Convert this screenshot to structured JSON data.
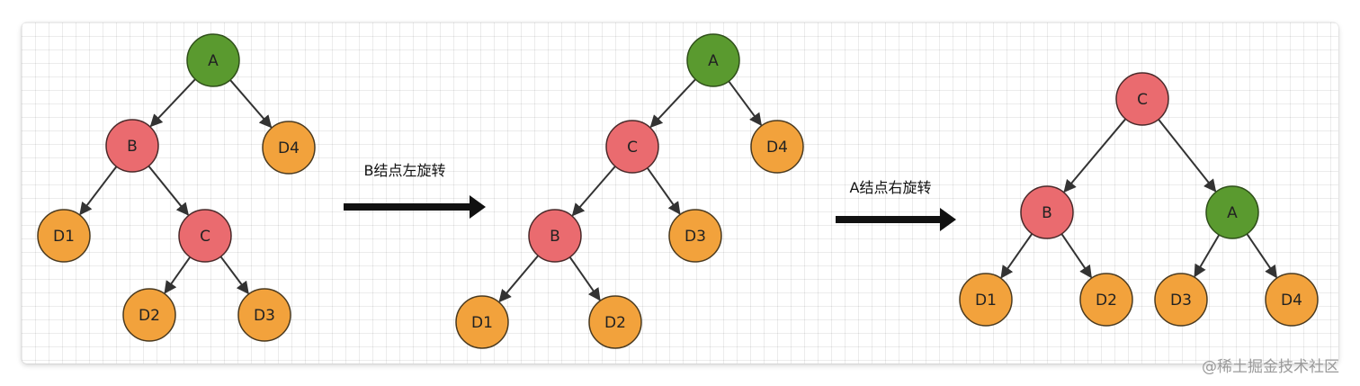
{
  "diagrams": [
    {
      "nodes": [
        {
          "id": "t1-A",
          "label": "A",
          "color": "green"
        },
        {
          "id": "t1-B",
          "label": "B",
          "color": "red"
        },
        {
          "id": "t1-D4",
          "label": "D4",
          "color": "orange"
        },
        {
          "id": "t1-D1",
          "label": "D1",
          "color": "orange"
        },
        {
          "id": "t1-C",
          "label": "C",
          "color": "red"
        },
        {
          "id": "t1-D2",
          "label": "D2",
          "color": "orange"
        },
        {
          "id": "t1-D3",
          "label": "D3",
          "color": "orange"
        }
      ],
      "edges": [
        [
          "t1-A",
          "t1-B"
        ],
        [
          "t1-A",
          "t1-D4"
        ],
        [
          "t1-B",
          "t1-D1"
        ],
        [
          "t1-B",
          "t1-C"
        ],
        [
          "t1-C",
          "t1-D2"
        ],
        [
          "t1-C",
          "t1-D3"
        ]
      ]
    },
    {
      "nodes": [
        {
          "id": "t2-A",
          "label": "A",
          "color": "green"
        },
        {
          "id": "t2-C",
          "label": "C",
          "color": "red"
        },
        {
          "id": "t2-D4",
          "label": "D4",
          "color": "orange"
        },
        {
          "id": "t2-B",
          "label": "B",
          "color": "red"
        },
        {
          "id": "t2-D3",
          "label": "D3",
          "color": "orange"
        },
        {
          "id": "t2-D1",
          "label": "D1",
          "color": "orange"
        },
        {
          "id": "t2-D2",
          "label": "D2",
          "color": "orange"
        }
      ],
      "edges": [
        [
          "t2-A",
          "t2-C"
        ],
        [
          "t2-A",
          "t2-D4"
        ],
        [
          "t2-C",
          "t2-B"
        ],
        [
          "t2-C",
          "t2-D3"
        ],
        [
          "t2-B",
          "t2-D1"
        ],
        [
          "t2-B",
          "t2-D2"
        ]
      ]
    },
    {
      "nodes": [
        {
          "id": "t3-C",
          "label": "C",
          "color": "red"
        },
        {
          "id": "t3-B",
          "label": "B",
          "color": "red"
        },
        {
          "id": "t3-A",
          "label": "A",
          "color": "green"
        },
        {
          "id": "t3-D1",
          "label": "D1",
          "color": "orange"
        },
        {
          "id": "t3-D2",
          "label": "D2",
          "color": "orange"
        },
        {
          "id": "t3-D3",
          "label": "D3",
          "color": "orange"
        },
        {
          "id": "t3-D4",
          "label": "D4",
          "color": "orange"
        }
      ],
      "edges": [
        [
          "t3-C",
          "t3-B"
        ],
        [
          "t3-C",
          "t3-A"
        ],
        [
          "t3-B",
          "t3-D1"
        ],
        [
          "t3-B",
          "t3-D2"
        ],
        [
          "t3-A",
          "t3-D3"
        ],
        [
          "t3-A",
          "t3-D4"
        ]
      ]
    }
  ],
  "operations": [
    {
      "id": "op1",
      "label": "B结点左旋转"
    },
    {
      "id": "op2",
      "label": "A结点右旋转"
    }
  ],
  "colors": {
    "green": {
      "fill": "#5a9a2f",
      "stroke": "#2f4f1a"
    },
    "red": {
      "fill": "#ea6b6f",
      "stroke": "#4a2a2a"
    },
    "orange": {
      "fill": "#f2a23c",
      "stroke": "#4a3a20"
    },
    "edge": "#333333",
    "big_arrow": "#111111"
  },
  "watermark": "@稀土掘金技术社区"
}
